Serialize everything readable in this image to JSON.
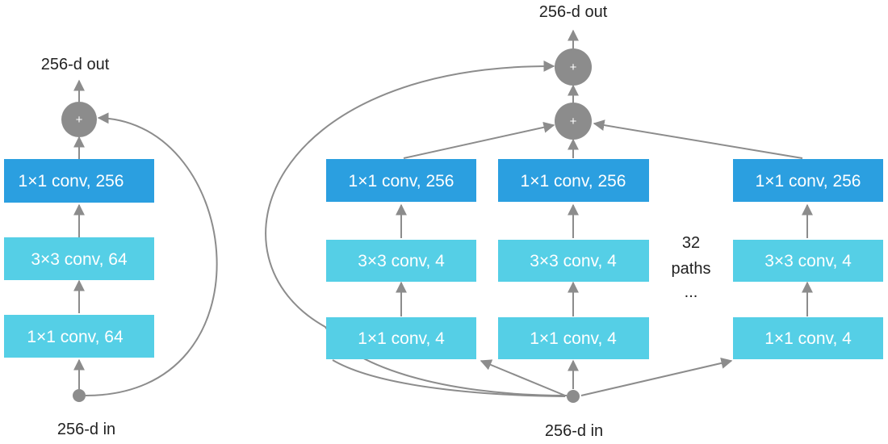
{
  "colors": {
    "dark_box": "#2b9fe0",
    "light_box": "#55cfe6",
    "node": "#8c8c8c",
    "arrow": "#8c8c8c"
  },
  "left_block": {
    "input_label": "256-d in",
    "output_label": "256-d out",
    "sum_symbol": "+",
    "layers": [
      "1×1 conv, 64",
      "3×3 conv, 64",
      "1×1 conv, 256"
    ]
  },
  "right_block": {
    "input_label": "256-d in",
    "output_label": "256-d out",
    "sum_symbol": "+",
    "path_layers": [
      "1×1 conv, 4",
      "3×3 conv, 4",
      "1×1 conv, 256"
    ],
    "paths_note": [
      "32",
      "paths",
      "..."
    ]
  }
}
